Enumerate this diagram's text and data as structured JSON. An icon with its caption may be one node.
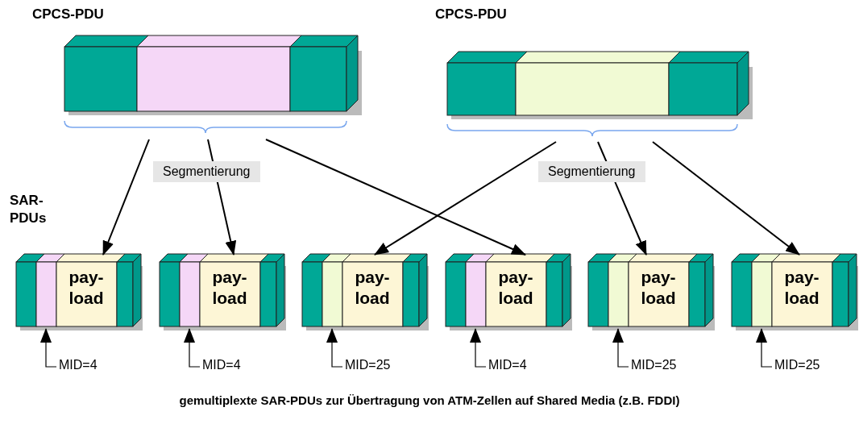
{
  "diagram": {
    "caption": "gemultiplexte SAR-PDUs zur Übertragung von ATM-Zellen auf Shared Media (z.B. FDDI)",
    "nodes": [
      {
        "text": [
          "CPCS-PDU"
        ]
      },
      {
        "text": [
          "CPCS-PDU"
        ]
      },
      {
        "text": [
          "pay-load"
        ]
      },
      {
        "text": [
          "pay-load"
        ]
      },
      {
        "text": [
          "pay-load"
        ]
      },
      {
        "text": [
          "pay-load"
        ]
      },
      {
        "text": [
          "pay-load"
        ]
      },
      {
        "text": [
          "pay-load"
        ]
      },
      {
        "text": [
          "MID=4"
        ]
      },
      {
        "text": [
          "MID=4"
        ]
      },
      {
        "text": [
          "MID=25"
        ]
      },
      {
        "text": [
          "MID=4"
        ]
      },
      {
        "text": [
          "MID=25"
        ]
      },
      {
        "text": [
          "MID=25"
        ]
      }
    ],
    "edges": [
      {
        "from": 0,
        "to": 2,
        "arrow": "to"
      },
      {
        "from": 0,
        "to": 3,
        "arrow": "to",
        "label": "Segmentierung"
      },
      {
        "from": 0,
        "to": 5,
        "arrow": "to"
      },
      {
        "from": 1,
        "to": 4,
        "arrow": "to"
      },
      {
        "from": 1,
        "to": 6,
        "arrow": "to",
        "label": "Segmentierung"
      },
      {
        "from": 1,
        "to": 7,
        "arrow": "to"
      },
      {
        "from": 8,
        "to": 2,
        "arrow": "to"
      },
      {
        "from": 9,
        "to": 3,
        "arrow": "to"
      },
      {
        "from": 10,
        "to": 4,
        "arrow": "to"
      },
      {
        "from": 11,
        "to": 5,
        "arrow": "to"
      },
      {
        "from": 12,
        "to": 6,
        "arrow": "to"
      },
      {
        "from": 13,
        "to": 7,
        "arrow": "to"
      }
    ],
    "labels": [
      "SAR-PDUs"
    ]
  }
}
